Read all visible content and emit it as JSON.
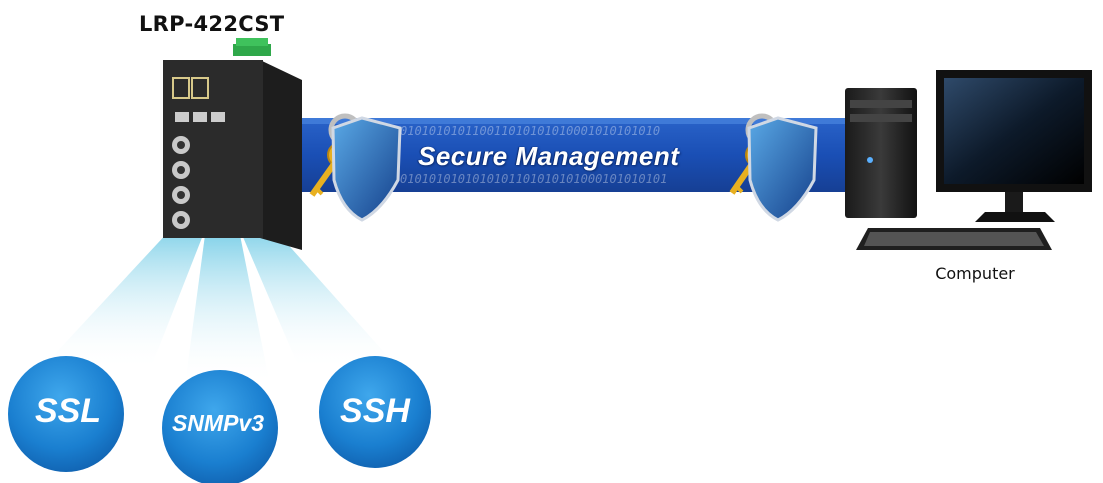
{
  "device": {
    "title": "LRP-422CST"
  },
  "banner": {
    "text": "Secure Management",
    "binary_top": "010101010110011010101010001010101010",
    "binary_bottom": "0101010101010101101010101000101010101"
  },
  "computer": {
    "label": "Computer"
  },
  "protocols": [
    {
      "label": "SSL"
    },
    {
      "label": "SNMPv3"
    },
    {
      "label": "SSH"
    }
  ],
  "colors": {
    "banner_blue": "#1a4fb5",
    "bubble_blue": "#1a7fd0",
    "device_body": "#2b2b2b",
    "terminal_green": "#2fa84a",
    "key_gold": "#e8b020",
    "beam_cyan": "#8fd6ea"
  },
  "icons": [
    "security-key-shield-icon",
    "security-key-shield-icon",
    "industrial-switch-icon",
    "desktop-computer-icon"
  ]
}
